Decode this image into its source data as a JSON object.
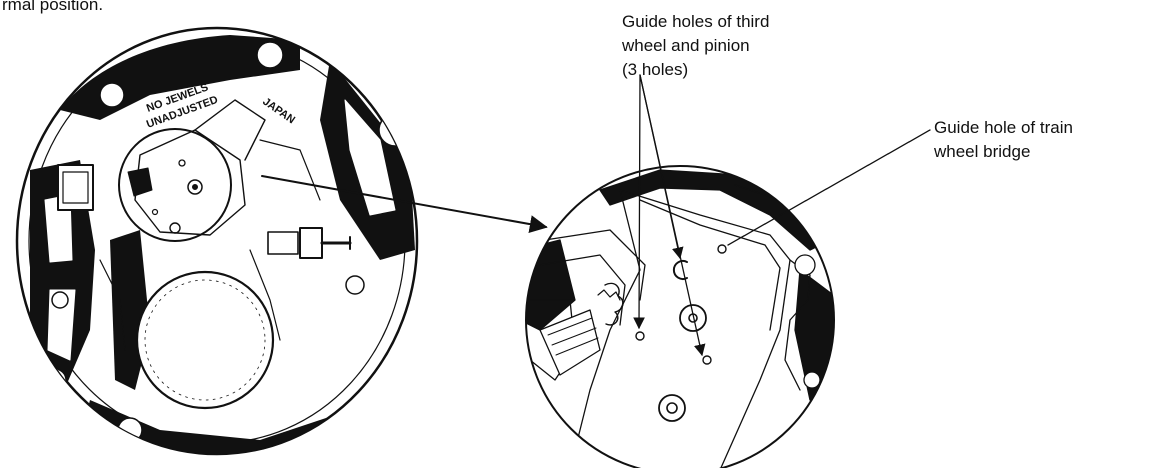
{
  "top_fragment": "rmal position.",
  "labels": {
    "third_wheel_guide_holes": {
      "line1": "Guide holes of third",
      "line2": "wheel and pinion",
      "line3": "(3 holes)"
    },
    "train_wheel_bridge_guide_hole": {
      "line1": "Guide hole of train",
      "line2": "wheel bridge"
    }
  },
  "movement_engraving": {
    "jewels": "NO JEWELS",
    "adjusted": "UNADJUSTED",
    "country": "JAPAN"
  },
  "colors": {
    "ink": "#111111",
    "paper": "#ffffff"
  }
}
